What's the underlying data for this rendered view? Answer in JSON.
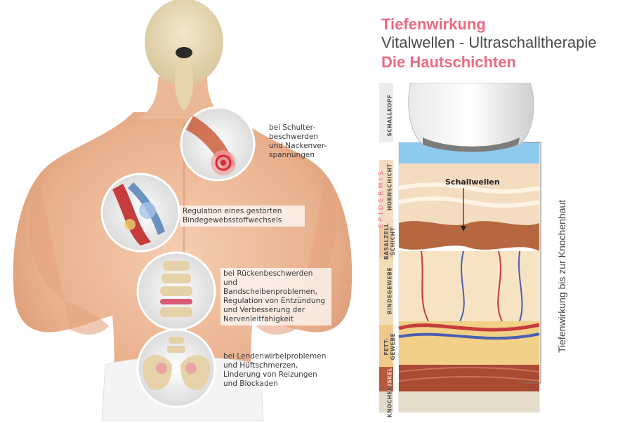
{
  "titles": {
    "line1": "Tiefenwirkung",
    "line2": "Vitalwellen - Ultraschalltherapie",
    "line3": "Die Hautschichten"
  },
  "callouts": {
    "shoulder": "bei Schulter-\nbeschwerden\nund Nackenver-\nspannungen",
    "metabolism": "Regulation eines gestörten\nBindegewebsstoffwechsels",
    "back": "bei Rückenbeschwerden und\nBandscheibenproblemen,\nRegulation von Entzündung\nund Verbesserung der\nNervenleitfähigkeit",
    "lumbar": "bei Lendenwirbelproblemen\nund Hüftschmerzen,\nLinderung von Reizungen\nund Blockaden"
  },
  "layers": {
    "epidermis": "EPIDERMIS",
    "schallkopf": "SCHALLKOPF",
    "hornschicht": "HORNSCHICHT",
    "basalzellschicht": "BASALZELL\nSCHICHT",
    "bindegewebe": "BINDEGEWEBE",
    "fettgewebe": "FETT-\nGEWEBE",
    "muskel": "MUSKEL",
    "knochen": "KNOCHEN"
  },
  "annotations": {
    "waves": "Schallwellen",
    "depth": "Tiefenwirkung bis zur Knochenhaut"
  },
  "colors": {
    "pink": "#ec6a82",
    "gray": "#4a4a4a",
    "skin": "#f1c3a0"
  }
}
